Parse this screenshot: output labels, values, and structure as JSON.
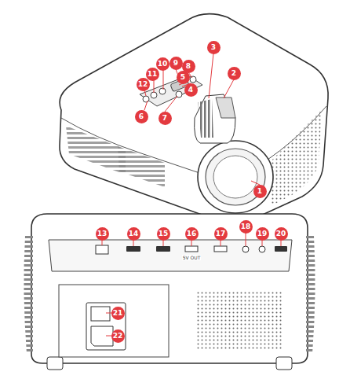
{
  "diagram": {
    "labels": [
      "1",
      "2",
      "3",
      "4",
      "5",
      "6",
      "7",
      "8",
      "9",
      "10",
      "11",
      "12",
      "13",
      "14",
      "15",
      "16",
      "17",
      "18",
      "19",
      "20",
      "21",
      "22",
      "5V OUT"
    ]
  }
}
